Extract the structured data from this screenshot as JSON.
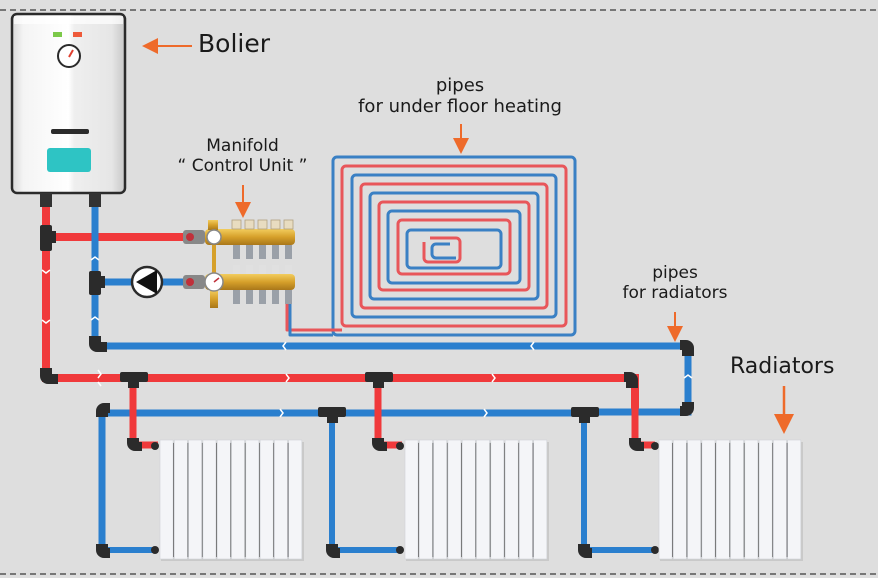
{
  "labels": {
    "boiler": "Bolier",
    "manifold_line1": "Manifold",
    "manifold_line2": "“ Control Unit ”",
    "ufh_line1": "pipes",
    "ufh_line2": "for under floor heating",
    "radiator_pipes_line1": "pipes",
    "radiator_pipes_line2": "for radiators",
    "radiators": "Radiators"
  },
  "colors": {
    "background": "#dedede",
    "hot_pipe": "#f0393b",
    "cold_pipe": "#2a7fce",
    "ufh_hot": "#e8565a",
    "ufh_cold": "#3a80c4",
    "fitting": "#2b2b2b",
    "annotation_arrow": "#ee6a2a",
    "boiler_screen": "#2ec4c4",
    "indicator_green": "#7cc94a",
    "indicator_red": "#ee5a3a",
    "manifold_brass": "#d8a52c"
  },
  "components": {
    "radiator_count": 3,
    "radiator_sections": 10,
    "manifold_outlets_per_bar": 5,
    "ufh_loops": 6
  }
}
